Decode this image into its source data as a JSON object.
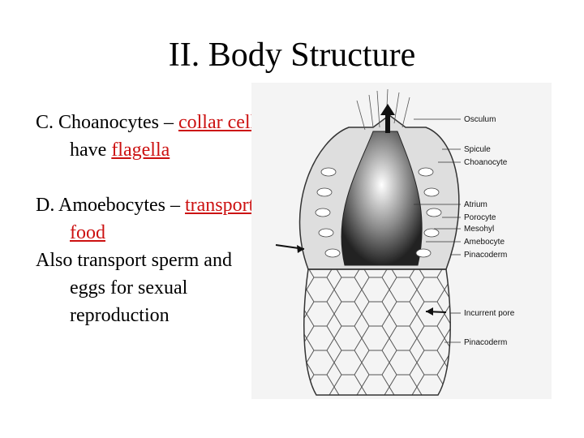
{
  "slide": {
    "title": "II. Body Structure",
    "choanocytes": {
      "lead": "C. Choanocytes –",
      "term": "collar cells; ",
      "rest_word": "have",
      "term2": "flagella"
    },
    "amoebocytes": {
      "lead": "D. Amoebocytes –",
      "term": "transport food"
    },
    "also": {
      "text": "Also transport sperm and eggs for sexual reproduction"
    },
    "accent_color": "#cc1111"
  },
  "figure": {
    "labels": {
      "osculum": "Osculum",
      "spicule": "Spicule",
      "choanocyte": "Choanocyte",
      "atrium": "Atrium",
      "porocyte": "Porocyte",
      "mesohyl": "Mesohyl",
      "amebocyte": "Amebocyte",
      "pinacoderm": "Pinacoderm",
      "incurrent_pore": "Incurrent pore",
      "pinacoderm_lower": "Pinacoderm"
    }
  }
}
